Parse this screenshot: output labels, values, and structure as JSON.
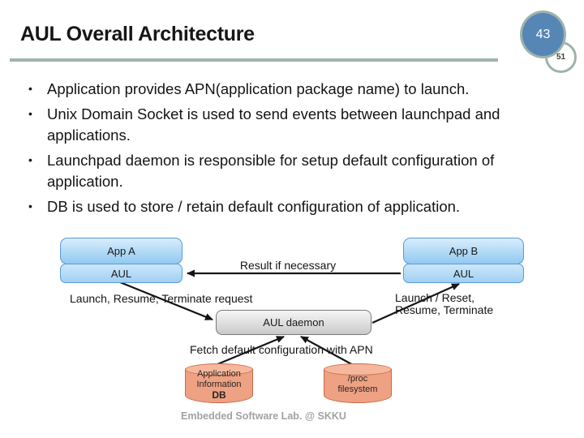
{
  "slide": {
    "title": "AUL Overall Architecture",
    "page_number": "43",
    "total_pages": "51",
    "bullet_char": "•",
    "footer": "Embedded Software Lab. @ SKKU"
  },
  "bullets": [
    {
      "lines": [
        "Application provides APN(application package name) to launch."
      ]
    },
    {
      "lines": [
        "Unix Domain Socket is used to send events between launchpad and",
        "applications."
      ]
    },
    {
      "lines": [
        "Launchpad daemon is responsible for setup default configuration of",
        "application."
      ]
    },
    {
      "lines": [
        "DB is used to store / retain default configuration of application."
      ]
    }
  ],
  "diagram": {
    "app_a": "App A",
    "aul_a": "AUL",
    "app_b": "App B",
    "aul_b": "AUL",
    "daemon": "AUL daemon",
    "labels": {
      "result": "Result if necessary",
      "launch_request": "Launch, Resume, Terminate request",
      "launch_reset_1": "Launch / Reset,",
      "launch_reset_2": "Resume, Terminate",
      "fetch": "Fetch default configuration with APN"
    },
    "db_cylinder": {
      "lines": [
        "Application",
        "Information",
        "DB"
      ]
    },
    "proc_cylinder": {
      "lines": [
        "/proc",
        "filesystem"
      ]
    }
  },
  "colors": {
    "accent_line": "#9db6ad",
    "badge_blue": "#5686b6",
    "badge_ring": "#9db3aa",
    "box_blue_border": "#5b9bd5",
    "box_blue_fill_top": "#d8edfc",
    "box_blue_fill_bottom": "#93c9f1",
    "daemon_border": "#7a7a7a",
    "cylinder_fill": "#efa183",
    "cylinder_border": "#c96a48",
    "footer_text": "#a2a2a2"
  }
}
